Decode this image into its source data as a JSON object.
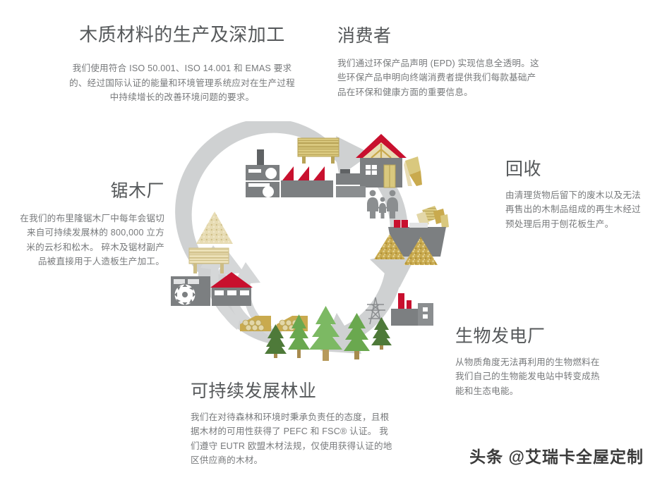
{
  "sections": {
    "production": {
      "title": "木质材料的生产及深加工",
      "body": "我们使用符合 ISO 50.001、ISO 14.001 和 EMAS 要求的、经过国际认证的能量和环境管理系统应对在生产过程中持续增长的改善环境问题的要求。"
    },
    "consumer": {
      "title": "消费者",
      "body": "我们通过环保产品声明 (EPD) 实现信息全透明。这些环保产品申明向终端消费者提供我们每款基础产品在环保和健康方面的重要信息。"
    },
    "recycling": {
      "title": "回收",
      "body": "由清理货物后留下的废木以及无法再售出的木制品组成的再生木经过预处理后用于刨花板生产。"
    },
    "biomass": {
      "title": "生物发电厂",
      "body": "从物质角度无法再利用的生物燃料在我们自己的生物能发电站中转变成热能和生态电能。"
    },
    "forestry": {
      "title": "可持续发展林业",
      "body": "我们在对待森林和环境时秉承负责任的态度，且根据木材的可用性获得了 PEFC 和 FSC® 认证。 我们遵守 EUTR 欧盟木材法规，仅使用获得认证的地区供应商的木材。"
    },
    "sawmill": {
      "title": "锯木厂",
      "body": "在我们的布里隆锯木厂中每年会锯切来自可持续发展林的 800,000 立方米的云杉和松木。 碎木及锯材副产品被直接用于人造板生产加工。"
    }
  },
  "cycle": {
    "nodes": [
      {
        "id": "house",
        "icon": "house-family-icon",
        "label": "消费者"
      },
      {
        "id": "recycle",
        "icon": "recycling-truck-icon",
        "label": "回收"
      },
      {
        "id": "power",
        "icon": "power-plant-icon",
        "label": "生物发电厂"
      },
      {
        "id": "forest",
        "icon": "forest-trees-icon",
        "label": "可持续发展林业"
      },
      {
        "id": "sawmill",
        "icon": "sawmill-icon",
        "label": "锯木厂"
      },
      {
        "id": "factory",
        "icon": "factory-icon",
        "label": "木质材料的生产及深加工"
      }
    ],
    "direction": "clockwise"
  },
  "colors": {
    "heading": "#55585a",
    "body_text": "#77797b",
    "accent_red": "#c8102e",
    "icon_gray": "#7c7f81",
    "icon_gray_dark": "#5f6264",
    "wood_gold": "#c9aa4e",
    "wood_light": "#e3d7a8",
    "arrow_gray": "#cfd1d2",
    "tree_green": "#6aa84f",
    "tree_green_dark": "#4e7a39",
    "background": "#ffffff"
  },
  "watermark": {
    "text": "头条 @艾瑞卡全屋定制"
  }
}
